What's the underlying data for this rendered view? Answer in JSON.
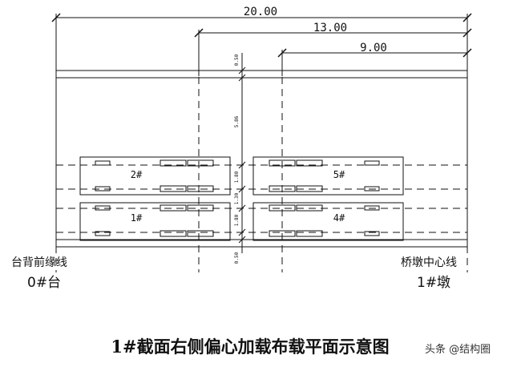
{
  "dimensions": {
    "overall": "20.00",
    "middle": "13.00",
    "inner": "9.00"
  },
  "vertical_dims": [
    "0.50",
    "5.86",
    "1.80",
    "1.30",
    "1.80",
    "0.50"
  ],
  "trucks": [
    "2#",
    "5#",
    "1#",
    "4#"
  ],
  "labels": {
    "left_line": "台背前缘线",
    "left_support": "0#台",
    "right_line": "桥墩中心线",
    "right_support": "1#墩"
  },
  "title": "1#截面右侧偏心加载布载平面示意图",
  "watermark": "头条 @结构圈",
  "colors": {
    "line": "#111111",
    "background": "#ffffff"
  }
}
